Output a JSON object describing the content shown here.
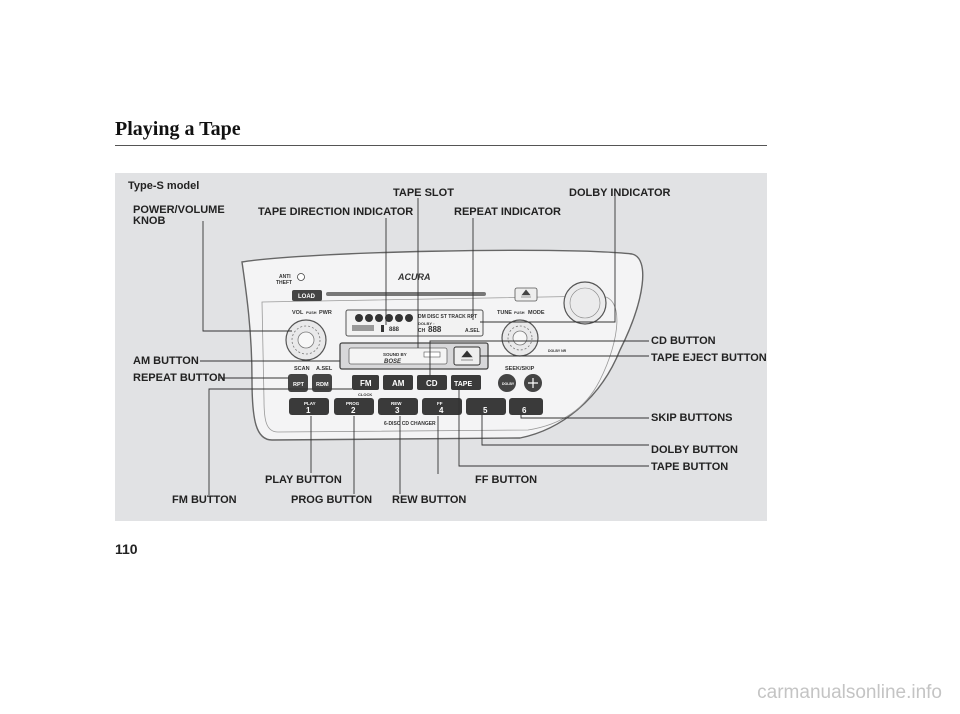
{
  "page": {
    "title": "Playing a Tape",
    "model_label": "Type-S model",
    "page_number": "110",
    "watermark": "carmanualsonline.info"
  },
  "callouts": {
    "tape_slot": "TAPE SLOT",
    "dolby_indicator": "DOLBY INDICATOR",
    "power_volume_line1": "POWER/VOLUME",
    "power_volume_line2": "KNOB",
    "tape_direction_indicator": "TAPE DIRECTION INDICATOR",
    "repeat_indicator": "REPEAT INDICATOR",
    "cd_button": "CD BUTTON",
    "tape_eject_button": "TAPE EJECT BUTTON",
    "am_button": "AM BUTTON",
    "repeat_button": "REPEAT BUTTON",
    "skip_buttons": "SKIP BUTTONS",
    "dolby_button": "DOLBY BUTTON",
    "tape_button": "TAPE BUTTON",
    "play_button": "PLAY BUTTON",
    "ff_button": "FF BUTTON",
    "fm_button": "FM BUTTON",
    "prog_button": "PROG BUTTON",
    "rew_button": "REW BUTTON"
  },
  "radio": {
    "brand": "ACURA",
    "anti_theft_line1": "ANTI",
    "anti_theft_line2": "THEFT",
    "load": "LOAD",
    "vol_label": "VOL",
    "push_label": "PUSH",
    "pwr_label": "PWR",
    "tune_label": "TUNE",
    "mode_label": "MODE",
    "scan": "SCAN",
    "asel": "A.SEL",
    "seek_skip": "SEEK/SKIP",
    "rpt": "RPT",
    "rdm": "RDM",
    "fm": "FM",
    "am": "AM",
    "cd": "CD",
    "tape": "TAPE",
    "clock": "CLOCK",
    "sound_by": "SOUND BY",
    "bose": "BOSE",
    "display_top": "DM DISC ST TRACK RPT",
    "display_asel": "A.SEL",
    "display_ch": "CH",
    "changer": "6-DISC CD CHANGER",
    "presets": [
      {
        "top": "PLAY",
        "num": "1"
      },
      {
        "top": "PROG",
        "num": "2"
      },
      {
        "top": "REW",
        "num": "3"
      },
      {
        "top": "FF",
        "num": "4"
      },
      {
        "top": "",
        "num": "5"
      },
      {
        "top": "",
        "num": "6"
      }
    ]
  }
}
